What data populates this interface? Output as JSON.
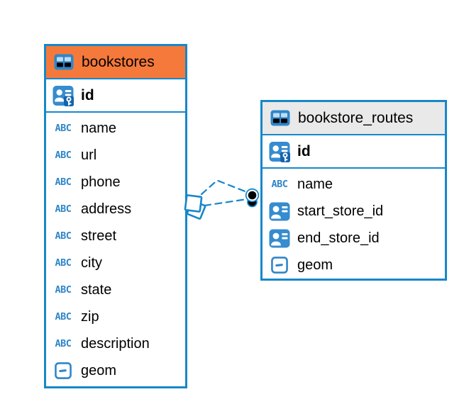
{
  "canvas": {
    "background": "#FFFFFF",
    "accent": "#1787C9"
  },
  "icons": {
    "text_type_glyph": "ABC"
  },
  "tables": [
    {
      "name": "bookstores",
      "header_color": "#F5793B",
      "primary_key": {
        "name": "id",
        "type_icon": "primary-key-icon"
      },
      "columns": [
        {
          "name": "name",
          "type_icon": "text-type-icon"
        },
        {
          "name": "url",
          "type_icon": "text-type-icon"
        },
        {
          "name": "phone",
          "type_icon": "text-type-icon"
        },
        {
          "name": "address",
          "type_icon": "text-type-icon"
        },
        {
          "name": "street",
          "type_icon": "text-type-icon"
        },
        {
          "name": "city",
          "type_icon": "text-type-icon"
        },
        {
          "name": "state",
          "type_icon": "text-type-icon"
        },
        {
          "name": "zip",
          "type_icon": "text-type-icon"
        },
        {
          "name": "description",
          "type_icon": "text-type-icon"
        },
        {
          "name": "geom",
          "type_icon": "geometry-type-icon"
        }
      ]
    },
    {
      "name": "bookstore_routes",
      "header_color": "#E9E9E9",
      "primary_key": {
        "name": "id",
        "type_icon": "primary-key-icon"
      },
      "columns": [
        {
          "name": "name",
          "type_icon": "text-type-icon"
        },
        {
          "name": "start_store_id",
          "type_icon": "foreign-key-icon"
        },
        {
          "name": "end_store_id",
          "type_icon": "foreign-key-icon"
        },
        {
          "name": "geom",
          "type_icon": "geometry-type-icon"
        }
      ]
    }
  ],
  "relationship": {
    "from_table": "bookstores",
    "to_table": "bookstore_routes",
    "edge_count": 2,
    "line_style": "dashed",
    "color": "#1787C9",
    "source_marker": "diamond",
    "target_marker": "filled-dot"
  }
}
